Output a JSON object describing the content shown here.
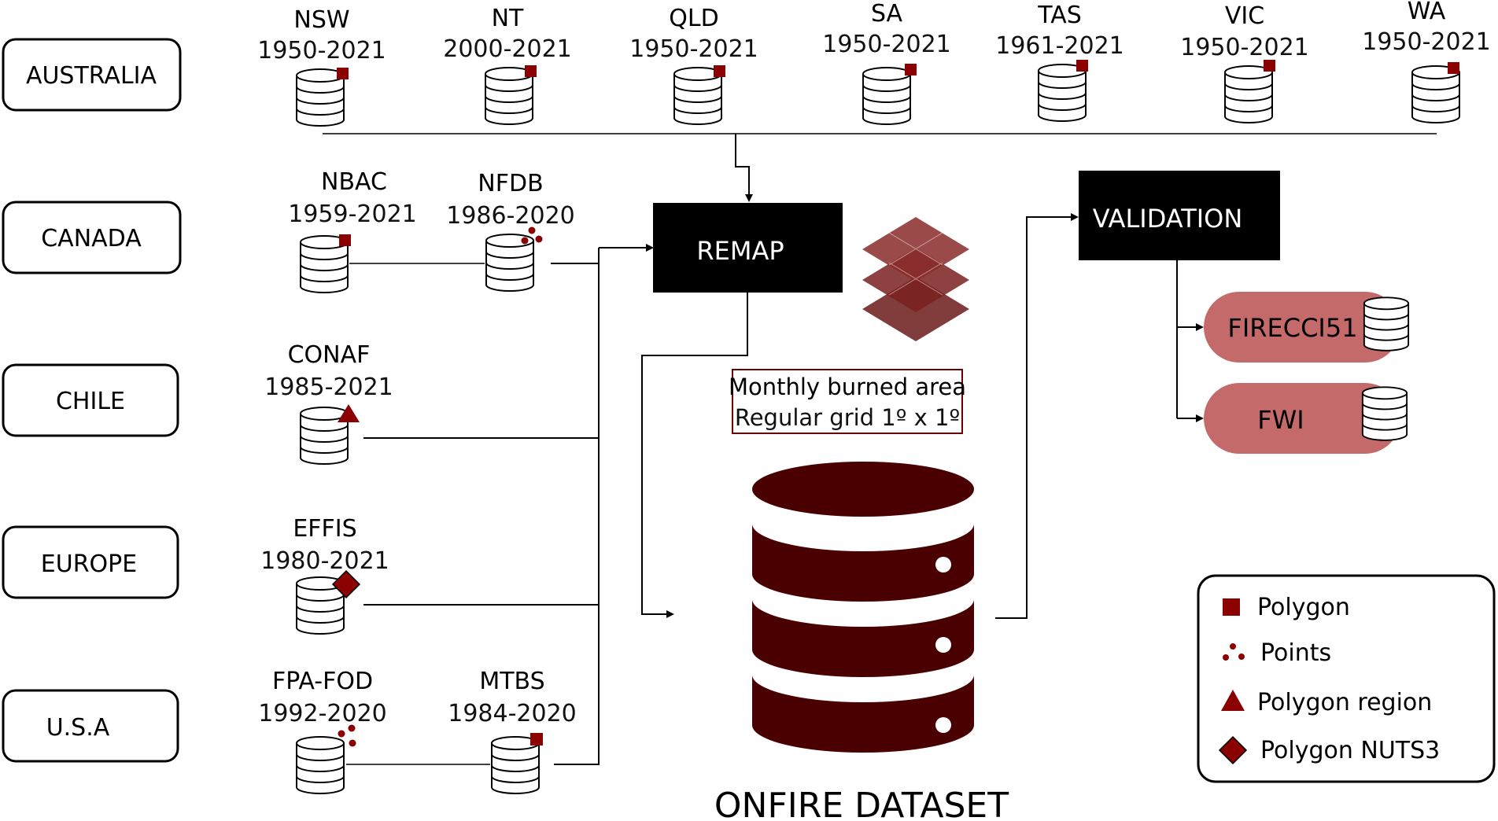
{
  "colors": {
    "dark_red": "#8b0000",
    "db_fill": "#4a0000",
    "pill_fill": "#c56a6a",
    "box_black": "#000000",
    "grid_layers": "#6b1a1a"
  },
  "regions": [
    {
      "label": "AUSTRALIA"
    },
    {
      "label": "CANADA"
    },
    {
      "label": "CHILE"
    },
    {
      "label": "EUROPE"
    },
    {
      "label": "U.S.A"
    }
  ],
  "sources": [
    {
      "name": "NSW",
      "years": "1950-2021",
      "type": "polygon"
    },
    {
      "name": "NT",
      "years": "2000-2021",
      "type": "polygon"
    },
    {
      "name": "QLD",
      "years": "1950-2021",
      "type": "polygon"
    },
    {
      "name": "SA",
      "years": "1950-2021",
      "type": "polygon"
    },
    {
      "name": "TAS",
      "years": "1961-2021",
      "type": "polygon"
    },
    {
      "name": "VIC",
      "years": "1950-2021",
      "type": "polygon"
    },
    {
      "name": "WA",
      "years": "1950-2021",
      "type": "polygon"
    },
    {
      "name": "NBAC",
      "years": "1959-2021",
      "type": "polygon"
    },
    {
      "name": "NFDB",
      "years": "1986-2020",
      "type": "points"
    },
    {
      "name": "CONAF",
      "years": "1985-2021",
      "type": "polygon-region"
    },
    {
      "name": "EFFIS",
      "years": "1980-2021",
      "type": "polygon-nuts3"
    },
    {
      "name": "FPA-FOD",
      "years": "1992-2020",
      "type": "points"
    },
    {
      "name": "MTBS",
      "years": "1984-2020",
      "type": "polygon"
    }
  ],
  "remap": {
    "label": "REMAP"
  },
  "validation": {
    "label": "VALIDATION"
  },
  "output_box": {
    "line1": "Monthly burned area",
    "line2": "Regular grid 1º x 1º"
  },
  "dataset": {
    "label": "ONFIRE DATASET"
  },
  "validation_targets": [
    {
      "label": "FIRECCI51"
    },
    {
      "label": "FWI"
    }
  ],
  "legend": [
    {
      "label": "Polygon",
      "type": "polygon"
    },
    {
      "label": "Points",
      "type": "points"
    },
    {
      "label": "Polygon region",
      "type": "polygon-region"
    },
    {
      "label": "Polygon NUTS3",
      "type": "polygon-nuts3"
    }
  ]
}
